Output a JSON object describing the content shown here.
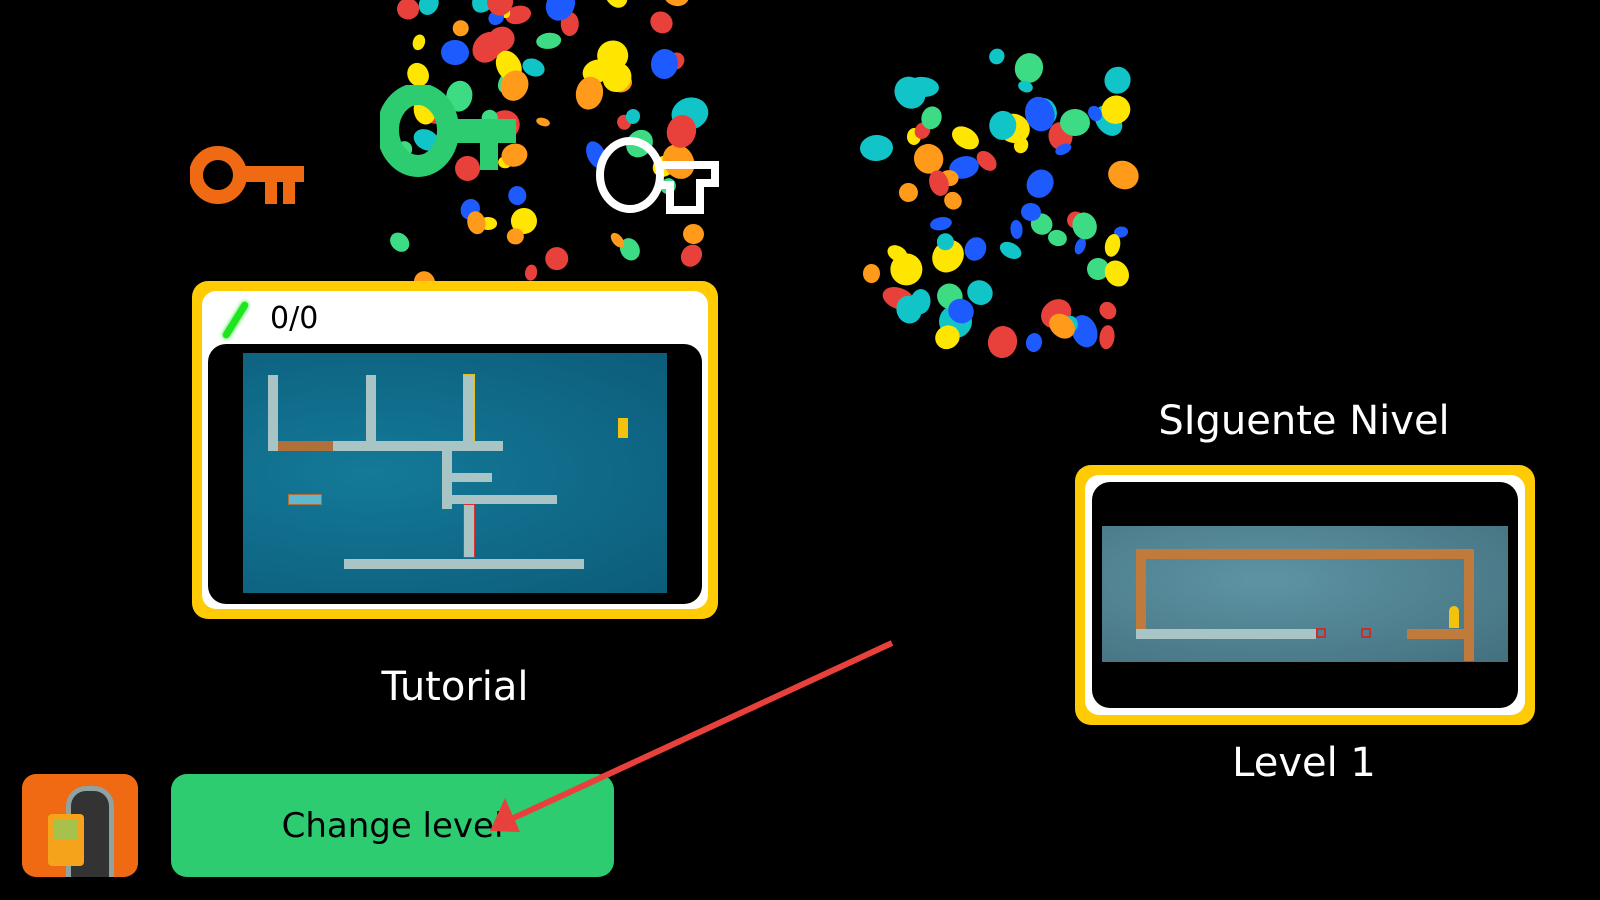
{
  "current_level": {
    "score": "0/0",
    "name": "Tutorial"
  },
  "next_level": {
    "heading": "SIguente Nivel",
    "name": "Level 1"
  },
  "buttons": {
    "change_level": "Change level"
  },
  "colors": {
    "card_border": "#ffcb05",
    "button_green": "#2ecc71",
    "icon_orange": "#f06a14",
    "arrow_red": "#e8413c",
    "preview_sky": "#0f6b8c"
  }
}
